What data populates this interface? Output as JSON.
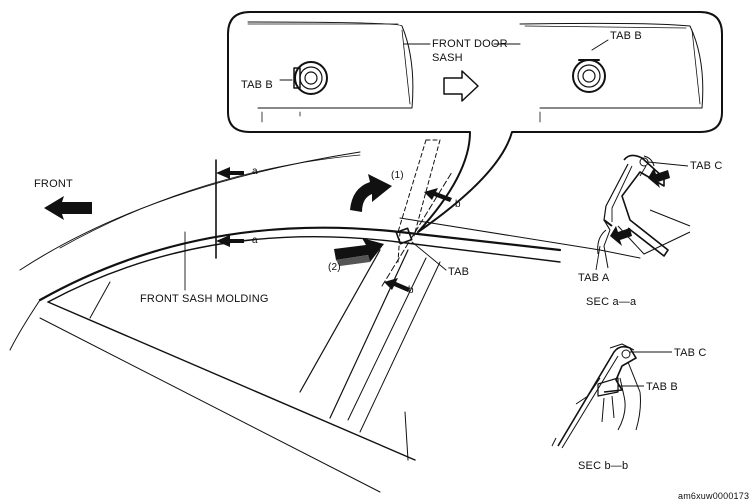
{
  "inset": {
    "left_tab_label": "TAB B",
    "sash_label_line1": "FRONT DOOR",
    "sash_label_line2": "SASH",
    "right_tab_label": "TAB B"
  },
  "main": {
    "front_label": "FRONT",
    "section_a_top": "a",
    "section_a_bottom": "a",
    "step1_label": "(1)",
    "step2_label": "(2)",
    "section_b_top": "b",
    "section_b_bottom": "b",
    "tab_label": "TAB",
    "molding_label": "FRONT SASH MOLDING"
  },
  "section_aa": {
    "tab_c_label": "TAB C",
    "tab_a_label": "TAB A",
    "title": "SEC a—a"
  },
  "section_bb": {
    "tab_c_label": "TAB C",
    "tab_b_label": "TAB B",
    "title": "SEC b—b"
  },
  "figure_code": "am6xuw0000173"
}
